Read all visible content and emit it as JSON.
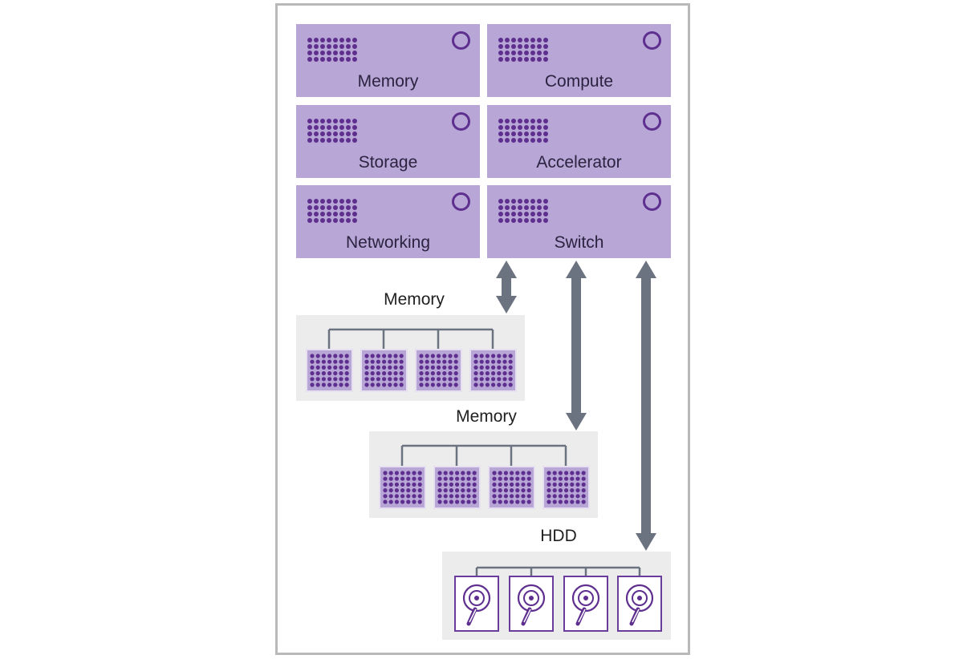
{
  "modules": [
    {
      "label": "Memory"
    },
    {
      "label": "Compute"
    },
    {
      "label": "Storage"
    },
    {
      "label": "Accelerator"
    },
    {
      "label": "Networking"
    },
    {
      "label": "Switch"
    }
  ],
  "groups": [
    {
      "title": "Memory"
    },
    {
      "title": "Memory"
    },
    {
      "title": "HDD"
    }
  ],
  "colors": {
    "module_fill": "#b7a6d6",
    "dot_purple": "#5e2f8f",
    "arrow_gray": "#6b7280",
    "panel_gray": "#ececec",
    "frame_gray": "#b9b9b9"
  }
}
